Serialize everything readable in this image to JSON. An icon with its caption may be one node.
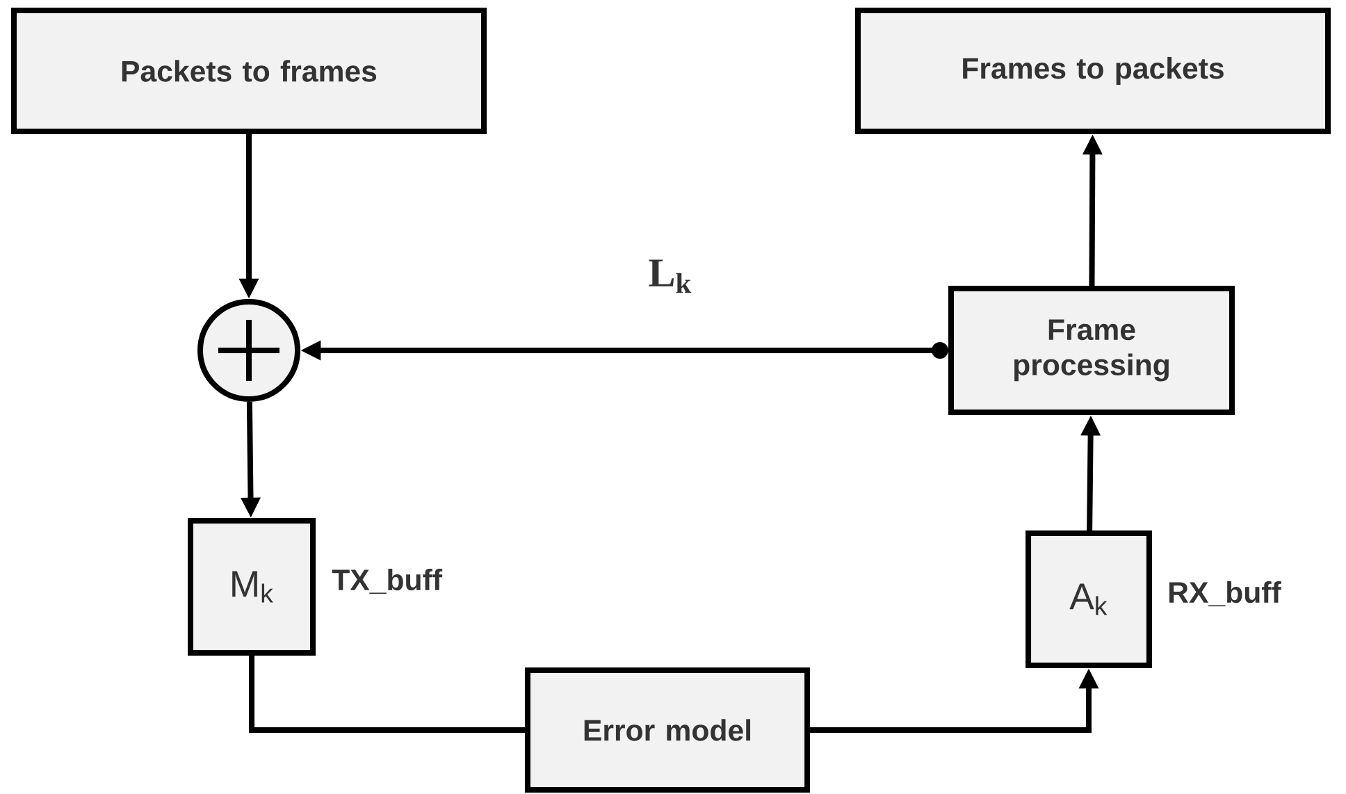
{
  "diagram": {
    "nodes": [
      {
        "text": [
          "Packets to frames"
        ]
      },
      {
        "text": [
          "Frames to packets"
        ]
      },
      {
        "text": [],
        "shape": "circle"
      },
      {
        "text": [
          "Frame processing"
        ]
      },
      {
        "text": [
          "M$_{k}$"
        ],
        "beside": [
          "TX_buff"
        ]
      },
      {
        "text": [
          "Error model"
        ]
      },
      {
        "text": [
          "A$_{k}$"
        ],
        "beside": [
          "RX_buff"
        ]
      }
    ],
    "edges": [
      {
        "from": 0,
        "to": 2,
        "arrow": "to"
      },
      {
        "from": 3,
        "to": 2,
        "arrow": "to",
        "label": "L$_{k}$"
      },
      {
        "from": 2,
        "to": 4,
        "arrow": "to"
      },
      {
        "from": 4,
        "to": 5,
        "arrow": "none"
      },
      {
        "from": 5,
        "to": 6,
        "arrow": "to"
      },
      {
        "from": 6,
        "to": 3,
        "arrow": "to"
      },
      {
        "from": 3,
        "to": 1,
        "arrow": "to"
      }
    ]
  }
}
